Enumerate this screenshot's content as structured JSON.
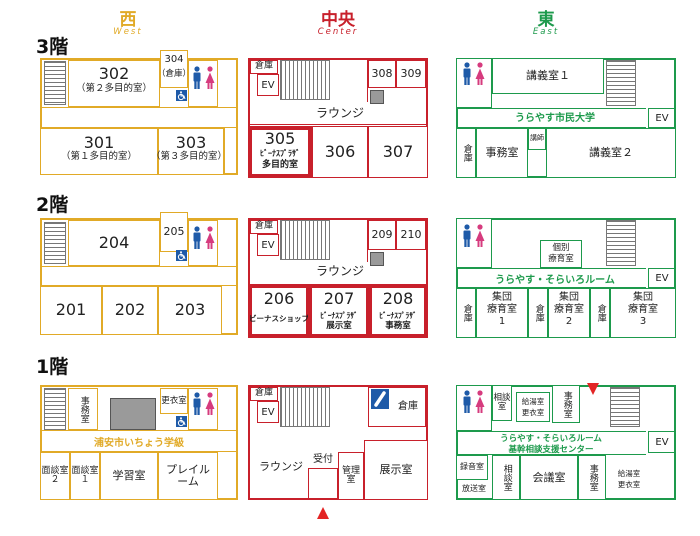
{
  "wings": {
    "west": {
      "kanji": "西",
      "roman": "West",
      "color": "#e1aa27"
    },
    "center": {
      "kanji": "中央",
      "roman": "Center",
      "color": "#c8202b"
    },
    "east": {
      "kanji": "東",
      "roman": "East",
      "color": "#1d9a4c"
    }
  },
  "floors": {
    "f3": {
      "label": "3階",
      "r302": "302",
      "r302_sub": "（第２多目的室）",
      "r304": "304",
      "r304_sub": "（倉庫）",
      "r301": "301",
      "r301_sub": "（第１多目的室）",
      "r303": "303",
      "r303_sub": "（第３多目的室）",
      "storage": "倉庫",
      "ev": "EV",
      "r308": "308",
      "r309": "309",
      "lounge": "ラウンジ",
      "r305": "305",
      "r305_sub1": "ﾋﾞｰﾅｽﾌﾟﾗｻﾞ",
      "r305_sub2": "多目的室",
      "r306": "306",
      "r307": "307",
      "lecture1": "講義室１",
      "band": "うらやす市民大学",
      "east_ev": "EV",
      "e_storage": "倉庫",
      "office": "事務室",
      "lecturer": "講師",
      "lecture2": "講義室２"
    },
    "f2": {
      "label": "2階",
      "r204": "204",
      "r205": "205",
      "r201": "201",
      "r202": "202",
      "r203": "203",
      "storage": "倉庫",
      "ev": "EV",
      "r209": "209",
      "r210": "210",
      "lounge": "ラウンジ",
      "r206": "206",
      "r206_sub": "ビーナスショップ",
      "r207": "207",
      "r207_sub1": "ﾋﾞｰﾅｽﾌﾟﾗｻﾞ",
      "r207_sub2": "展示室",
      "r208": "208",
      "r208_sub1": "ﾋﾞｰﾅｽﾌﾟﾗｻﾞ",
      "r208_sub2": "事務室",
      "individual": "個別",
      "therapy": "療育室",
      "band": "うらやす・そらいろルーム",
      "east_ev": "EV",
      "e_storage1": "倉庫",
      "e_storage2": "倉庫",
      "e_storage3": "倉庫",
      "group": "集団",
      "therapy_room": "療育室",
      "g1": "1",
      "g2": "2",
      "g3": "3"
    },
    "f1": {
      "label": "1階",
      "office": "事務室",
      "changing": "更衣室",
      "band": "浦安市いちょう学級",
      "interview2": "面談室２",
      "interview1": "面談室１",
      "study": "学習室",
      "play": "プレイルーム",
      "storage": "倉庫",
      "ev": "EV",
      "storage2": "倉庫",
      "lounge": "ラウンジ",
      "reception": "受付",
      "management": "管理室",
      "exhibition": "展示室",
      "consult": "相談室",
      "kyushoku": "給湯室",
      "koui": "更衣室",
      "e_office": "事務室",
      "e_band1": "うらやす・そらいろルーム",
      "e_band2": "基幹相談支援センター",
      "east_ev": "EV",
      "recording": "録音室",
      "broadcast": "放送室",
      "consult2": "相談室",
      "meeting": "会議室",
      "e_office2": "事務室",
      "kyushoku2": "給湯室",
      "koui2": "更衣室"
    }
  }
}
